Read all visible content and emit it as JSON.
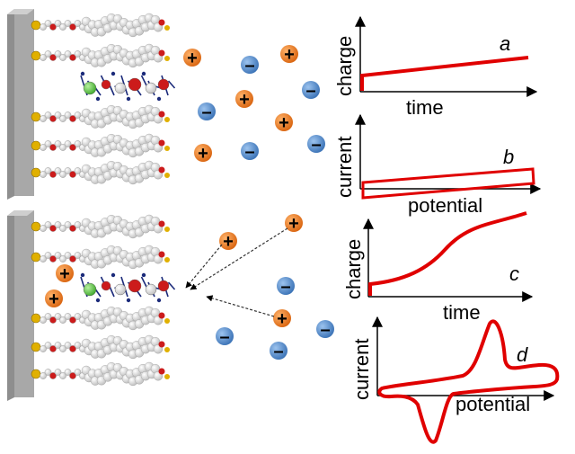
{
  "panels": {
    "a": {
      "ylabel": "charge",
      "xlabel": "time",
      "letter": "a"
    },
    "b": {
      "ylabel": "current",
      "xlabel": "potential",
      "letter": "b"
    },
    "c": {
      "ylabel": "charge",
      "xlabel": "time",
      "letter": "c"
    },
    "d": {
      "ylabel": "current",
      "xlabel": "potential",
      "letter": "d"
    }
  },
  "ions": {
    "cation_sign": "+",
    "anion_sign": "–",
    "cation_color": "#e87722",
    "anion_color": "#4a86c8"
  },
  "colors": {
    "curve": "#e00000",
    "electrode": "#a8a8a8",
    "thiol_head": "#e0b000",
    "oxygen": "#cc1b1b",
    "chain": "#d8d8d8"
  }
}
